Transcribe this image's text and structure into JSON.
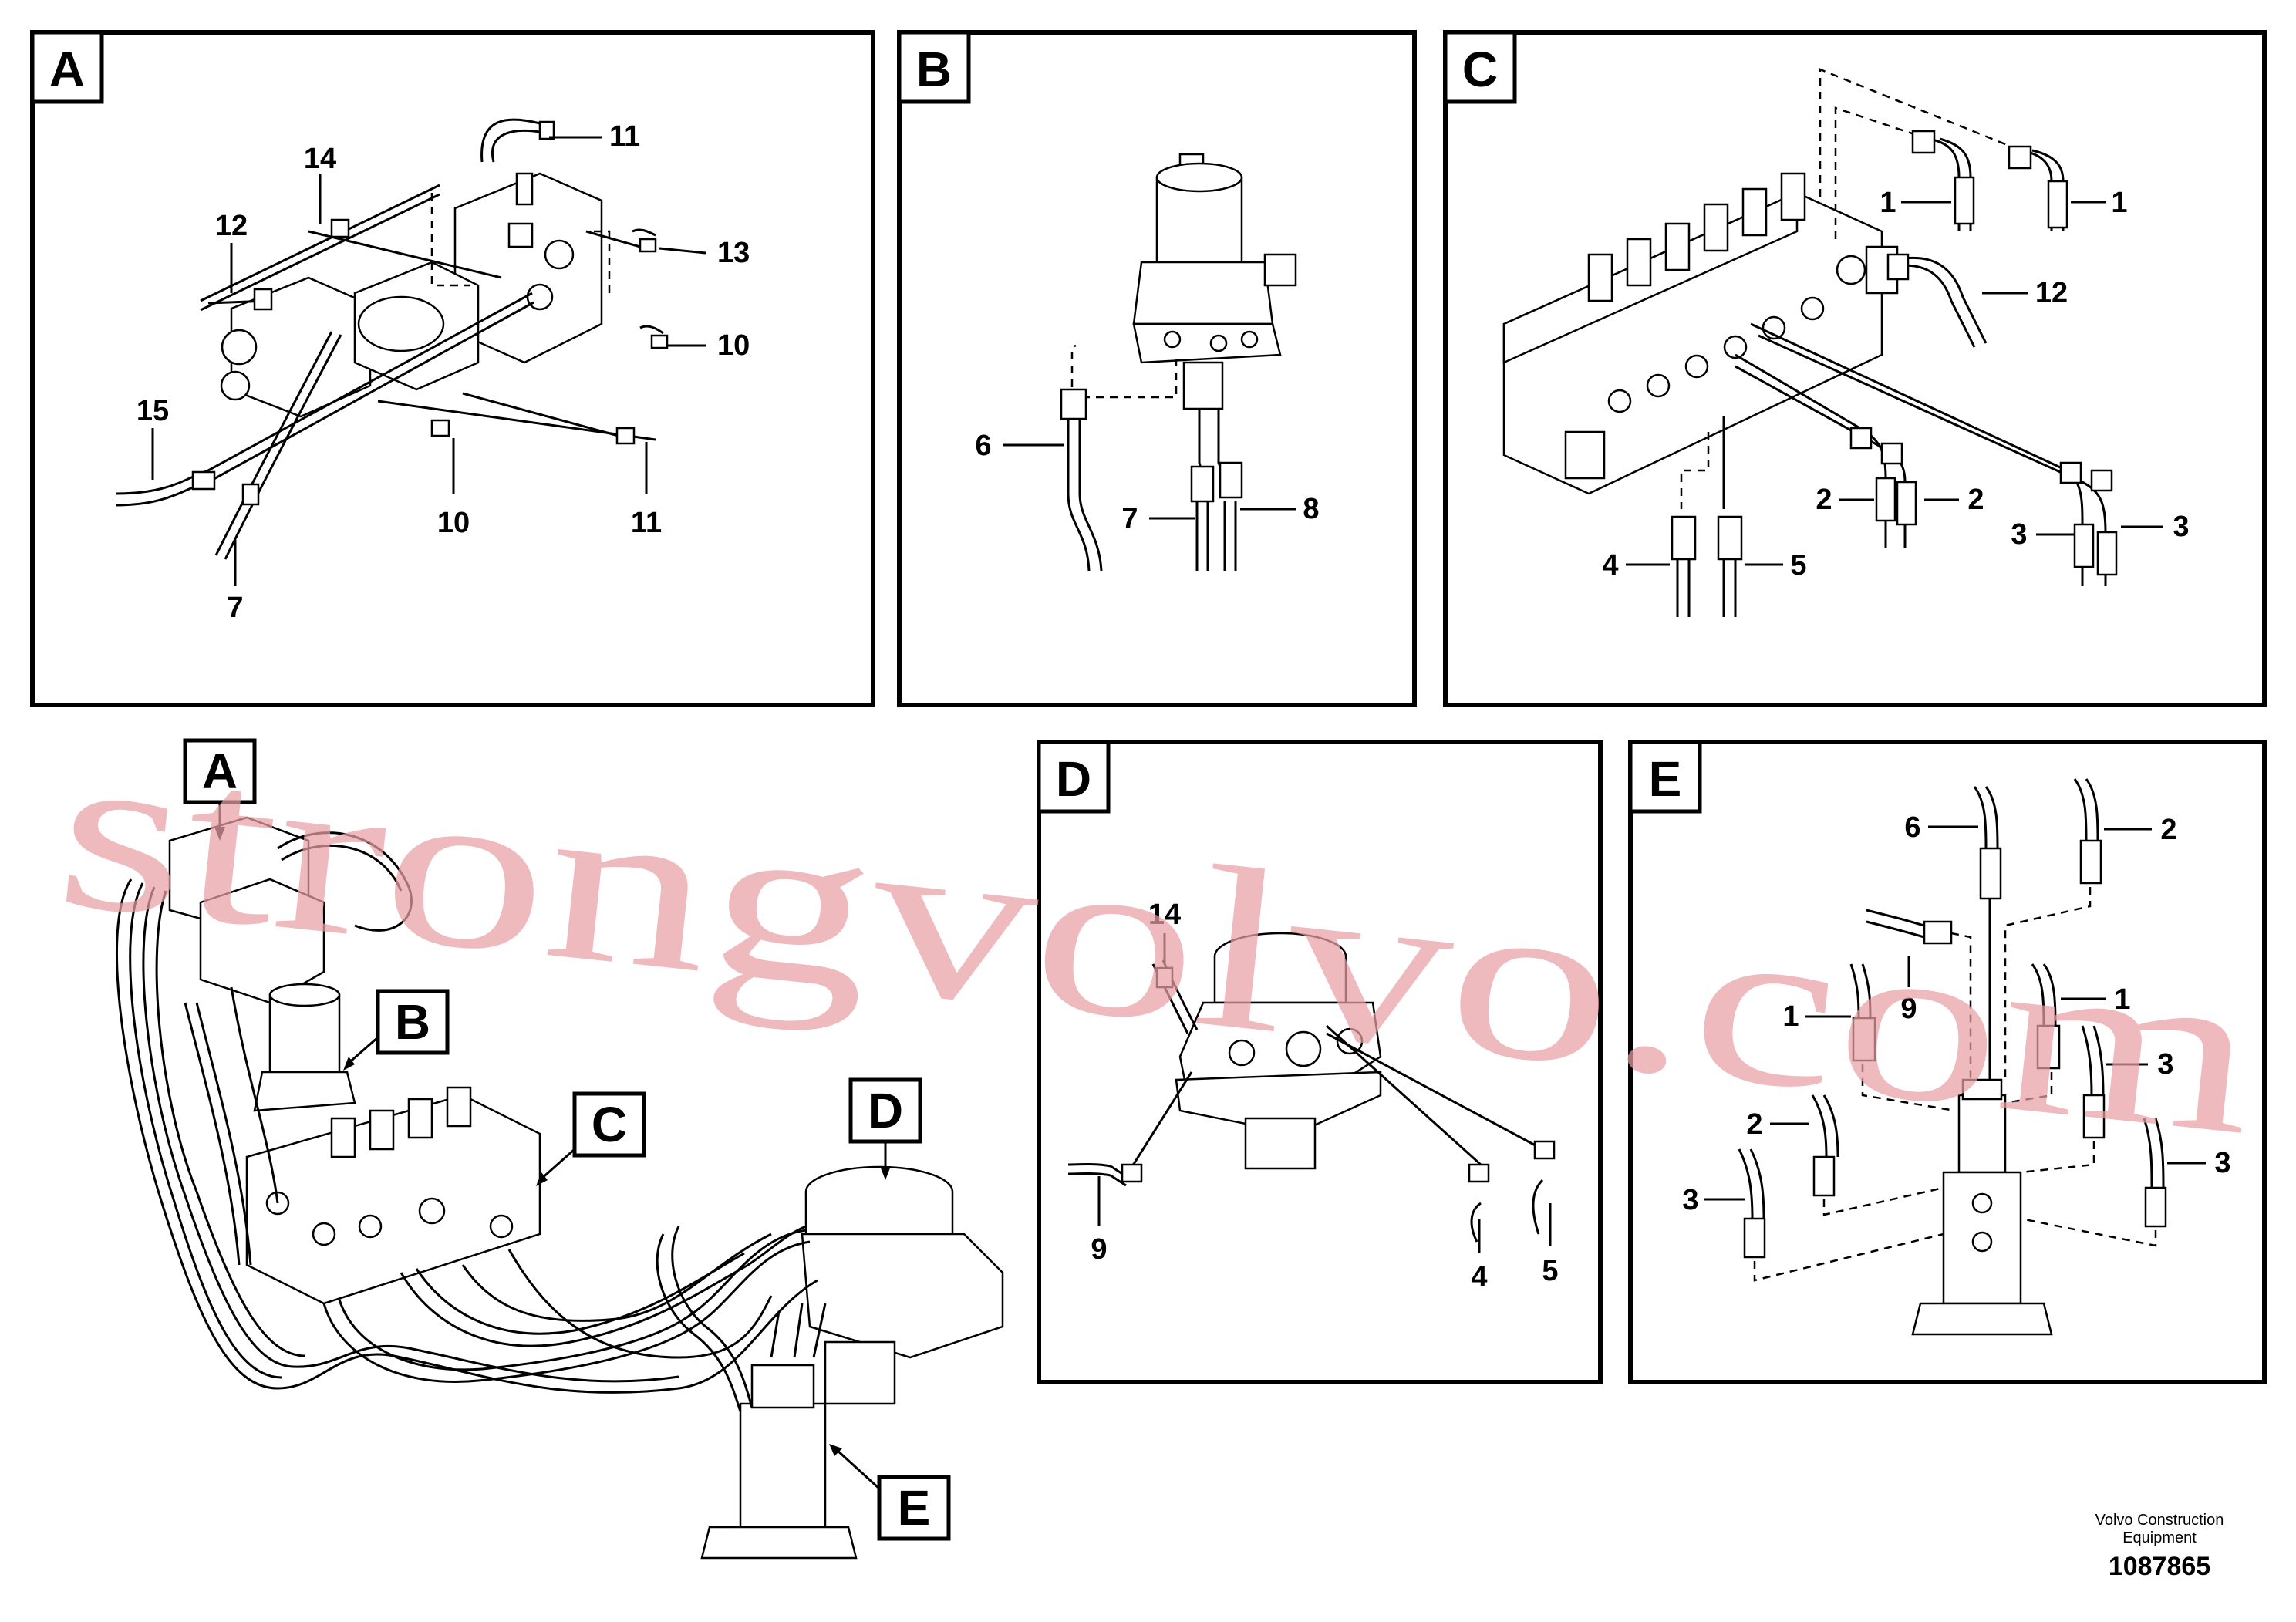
{
  "panels": {
    "A": {
      "tag": "A",
      "labels": [
        "11",
        "14",
        "12",
        "13",
        "10",
        "15",
        "10",
        "11",
        "7"
      ]
    },
    "B": {
      "tag": "B",
      "labels": [
        "6",
        "7",
        "8"
      ]
    },
    "C": {
      "tag": "C",
      "labels": [
        "1",
        "1",
        "12",
        "2",
        "2",
        "3",
        "3",
        "4",
        "5"
      ]
    },
    "D": {
      "tag": "D",
      "labels": [
        "14",
        "9",
        "4",
        "5"
      ]
    },
    "E": {
      "tag": "E",
      "labels": [
        "6",
        "2",
        "9",
        "1",
        "1",
        "3",
        "2",
        "3",
        "3"
      ]
    }
  },
  "overview": {
    "tags": [
      "A",
      "B",
      "C",
      "D",
      "E"
    ]
  },
  "watermark": "strongvolvo.com",
  "footer": {
    "company": "Volvo Construction",
    "company2": "Equipment",
    "number": "1087865"
  },
  "colors": {
    "line": "#000000",
    "watermark": "#e8a0a4",
    "background": "#ffffff"
  }
}
